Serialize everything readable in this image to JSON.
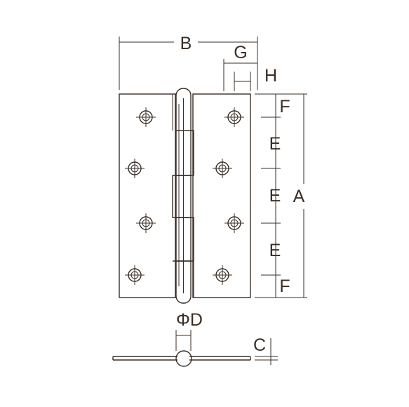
{
  "labels": {
    "width": "B",
    "leaf_offset": "G",
    "knuckle_offset": "H",
    "end_margin": "F",
    "hole_pitch": "E",
    "height": "A",
    "pin_diameter": "ΦD",
    "thickness": "C"
  },
  "colors": {
    "line": "#3a2e26",
    "background": "#ffffff"
  }
}
